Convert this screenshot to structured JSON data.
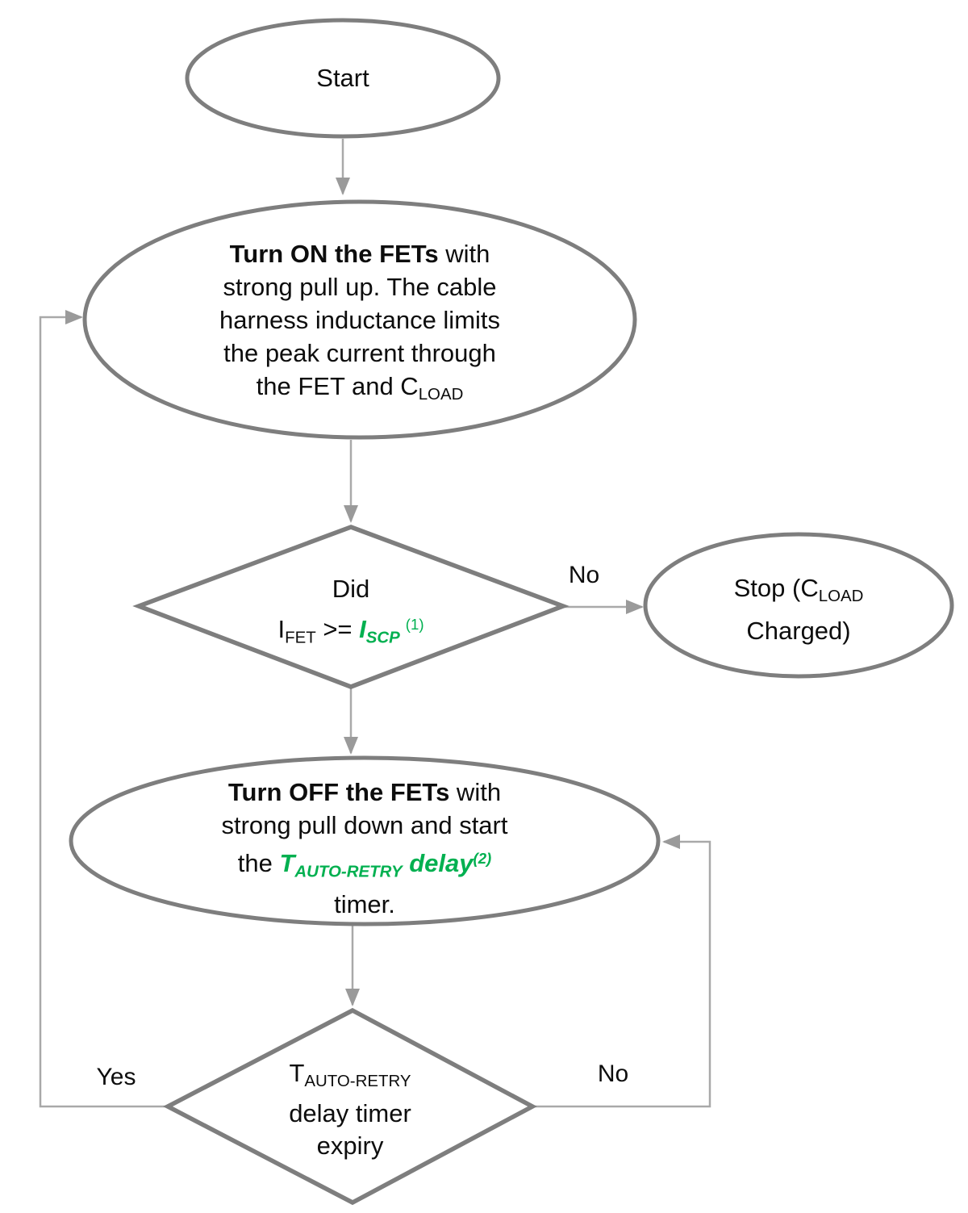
{
  "colors": {
    "shape_stroke": "#7e7e7e",
    "connector": "#a9a9a9",
    "arrowhead": "#9a9a9a",
    "text": "#0d0d0d",
    "accent_green": "#00B050"
  },
  "nodes": {
    "start": {
      "label": "Start"
    },
    "turn_on": {
      "l1_bold": "Turn ON the FETs",
      "l1_rest": " with",
      "l2": "strong pull up. The cable",
      "l3": "harness inductance limits",
      "l4": "the peak current through",
      "l5_a": "the FET and C",
      "l5_sub": "LOAD"
    },
    "decision_scp": {
      "l1": "Did",
      "i": "I",
      "i_sub": "FET",
      "op": " >= ",
      "iscp": "I",
      "iscp_sub": "SCP",
      "note": "(1)"
    },
    "stop": {
      "l1_a": "Stop (C",
      "l1_sub": "LOAD",
      "l2": "Charged)"
    },
    "turn_off": {
      "l1_bold": "Turn OFF the FETs",
      "l1_rest": " with",
      "l2": "strong pull down and start",
      "l3_a": "the ",
      "t": "T",
      "t_sub": "AUTO-RETRY",
      "delay": " delay",
      "note": "(2)",
      "l4": "timer."
    },
    "decision_retry": {
      "l1_a": "T",
      "l1_sub": "AUTO-RETRY",
      "l2": "delay timer",
      "l3": "expiry"
    }
  },
  "edges": {
    "no_to_stop_label": "No",
    "yes_loop_label": "Yes",
    "no_loop_label": "No"
  }
}
